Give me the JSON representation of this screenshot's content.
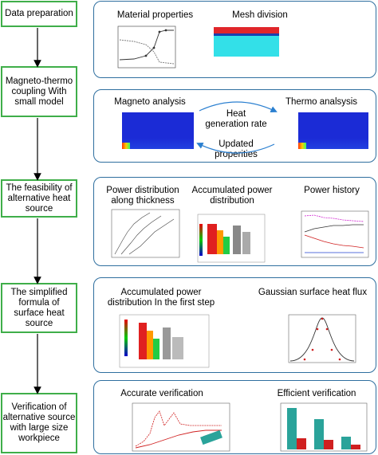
{
  "steps": [
    {
      "label": "Data preparation"
    },
    {
      "label": "Magneto-thermo coupling With small model"
    },
    {
      "label": "The feasibility of alternative heat source"
    },
    {
      "label": "The simplified formula of surface heat source"
    },
    {
      "label": "Verification of alternative source with large size workpiece"
    }
  ],
  "panel1": {
    "left_title": "Material properties",
    "right_title": "Mesh division"
  },
  "panel2": {
    "left_title": "Magneto analysis",
    "right_title": "Thermo analsysis",
    "top_arrow": "Heat generation rate",
    "bottom_arrow": "Updated properities"
  },
  "panel3": {
    "a": "Power distribution along thickness",
    "b": "Accumulated power distribution",
    "c": "Power history"
  },
  "panel4": {
    "a": "Accumulated power distribution In the first step",
    "b": "Gaussian surface heat flux"
  },
  "panel5": {
    "a": "Accurate verification",
    "b": "Efficient verification"
  },
  "colors": {
    "step_border": "#3fae49",
    "panel_border": "#2f6f9f"
  }
}
